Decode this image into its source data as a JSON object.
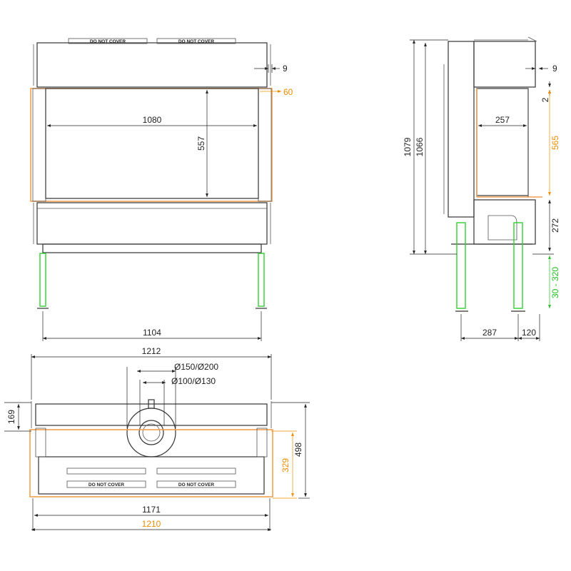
{
  "colors": {
    "orange": "#f08a00",
    "green": "#22c022",
    "line": "#333333"
  },
  "labels": {
    "do_not_cover": "DO NOT COVER"
  },
  "front": {
    "dim_9": "9",
    "dim_60": "60",
    "dim_1080": "1080",
    "dim_557": "557",
    "dim_1104": "1104"
  },
  "side": {
    "dim_9": "9",
    "dim_2": "2",
    "dim_257": "257",
    "dim_565": "565",
    "dim_1079": "1079",
    "dim_1066": "1066",
    "dim_272": "272",
    "dim_30_320": "30 - 320",
    "dim_287": "287",
    "dim_120": "120"
  },
  "top": {
    "dim_1212": "1212",
    "dim_150_200": "Ø150/Ø200",
    "dim_100_130": "Ø100/Ø130",
    "dim_169": "169",
    "dim_329": "329",
    "dim_498": "498",
    "dim_1171": "1171",
    "dim_1210": "1210"
  }
}
